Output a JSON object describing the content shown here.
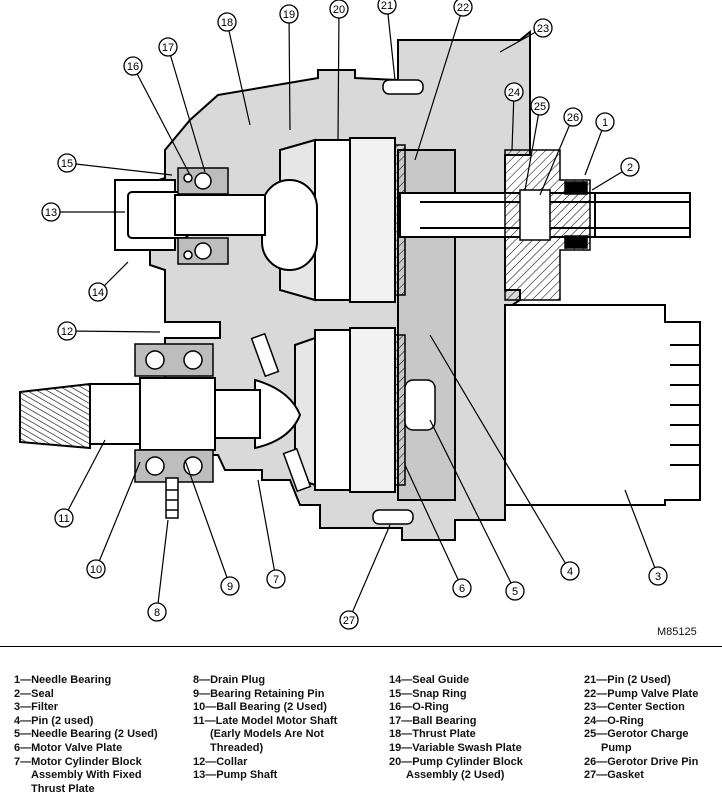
{
  "figure_id": "M85125",
  "callouts": [
    "1",
    "2",
    "3",
    "4",
    "5",
    "6",
    "7",
    "8",
    "9",
    "10",
    "11",
    "12",
    "13",
    "14",
    "15",
    "16",
    "17",
    "18",
    "19",
    "20",
    "21",
    "22",
    "23",
    "24",
    "25",
    "26",
    "27"
  ],
  "legend": [
    [
      {
        "lines": [
          "1—Needle Bearing"
        ]
      },
      {
        "lines": [
          "2—Seal"
        ]
      },
      {
        "lines": [
          "3—Filter"
        ]
      },
      {
        "lines": [
          "4—Pin (2 used)"
        ]
      },
      {
        "lines": [
          "5—Needle Bearing (2 Used)"
        ]
      },
      {
        "lines": [
          "6—Motor Valve Plate"
        ]
      },
      {
        "lines": [
          "7—Motor Cylinder Block",
          "Assembly With Fixed",
          "Thrust Plate"
        ]
      }
    ],
    [
      {
        "lines": [
          "8—Drain Plug"
        ]
      },
      {
        "lines": [
          "9—Bearing Retaining Pin"
        ]
      },
      {
        "lines": [
          "10—Ball Bearing (2 Used)"
        ]
      },
      {
        "lines": [
          "11—Late Model Motor Shaft",
          "(Early Models Are Not",
          "Threaded)"
        ]
      },
      {
        "lines": [
          "12—Collar"
        ]
      },
      {
        "lines": [
          "13—Pump Shaft"
        ]
      }
    ],
    [
      {
        "lines": [
          "14—Seal Guide"
        ]
      },
      {
        "lines": [
          "15—Snap Ring"
        ]
      },
      {
        "lines": [
          "16—O-Ring"
        ]
      },
      {
        "lines": [
          "17—Ball Bearing"
        ]
      },
      {
        "lines": [
          "18—Thrust Plate"
        ]
      },
      {
        "lines": [
          "19—Variable Swash Plate"
        ]
      },
      {
        "lines": [
          "20—Pump Cylinder Block",
          "Assembly (2 Used)"
        ]
      }
    ],
    [
      {
        "lines": [
          "21—Pin (2 Used)"
        ]
      },
      {
        "lines": [
          "22—Pump Valve Plate"
        ]
      },
      {
        "lines": [
          "23—Center Section"
        ]
      },
      {
        "lines": [
          "24—O-Ring"
        ]
      },
      {
        "lines": [
          "25—Gerotor Charge",
          "Pump"
        ]
      },
      {
        "lines": [
          "26—Gerotor Drive Pin"
        ]
      },
      {
        "lines": [
          "27—Gasket"
        ]
      }
    ]
  ]
}
